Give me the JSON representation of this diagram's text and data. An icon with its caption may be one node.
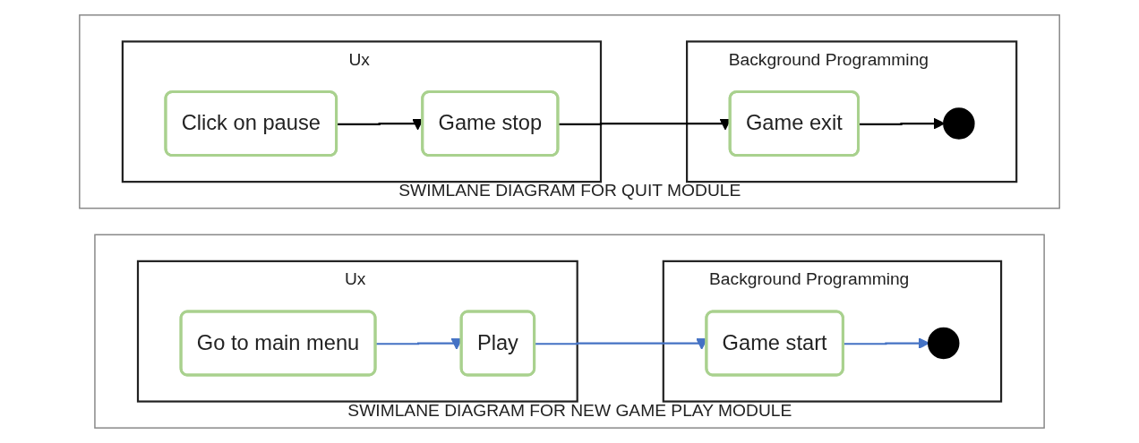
{
  "diagram": {
    "nodes": [
      {
        "text": [
          "SWIMLANE DIAGRAM FOR NEW GAME PLAY MODULE"
        ]
      },
      {
        "text": [
          "Ux"
        ],
        "in": 0
      },
      {
        "text": [
          "Go to main menu"
        ],
        "in": 1
      },
      {
        "text": [
          "Play"
        ],
        "in": 1
      },
      {
        "text": [
          "Background Programming"
        ],
        "in": 0
      },
      {
        "text": [
          "Game start"
        ],
        "in": 4
      },
      {
        "text": [],
        "shape": "circle",
        "in": 4
      },
      {
        "text": [
          "SWIMLANE DIAGRAM FOR QUIT MODULE"
        ]
      },
      {
        "text": [
          "Ux"
        ],
        "in": 7
      },
      {
        "text": [
          "Click on pause"
        ],
        "in": 8
      },
      {
        "text": [
          "Game stop"
        ],
        "in": 8
      },
      {
        "text": [
          "Background Programming"
        ],
        "in": 7
      },
      {
        "text": [
          "Game exit"
        ],
        "in": 11
      },
      {
        "text": [],
        "shape": "circle",
        "in": 11
      }
    ],
    "edges": [
      {
        "from": 2,
        "to": 3,
        "arrow": "to",
        "color": "#4472c4"
      },
      {
        "from": 3,
        "to": 5,
        "arrow": "to",
        "color": "#4472c4"
      },
      {
        "from": 5,
        "to": 6,
        "arrow": "to",
        "color": "#4472c4"
      },
      {
        "from": 9,
        "to": 10,
        "arrow": "to",
        "color": "#000000"
      },
      {
        "from": 10,
        "to": 12,
        "arrow": "to",
        "color": "#000000"
      },
      {
        "from": 12,
        "to": 13,
        "arrow": "to",
        "color": "#000000"
      }
    ]
  }
}
